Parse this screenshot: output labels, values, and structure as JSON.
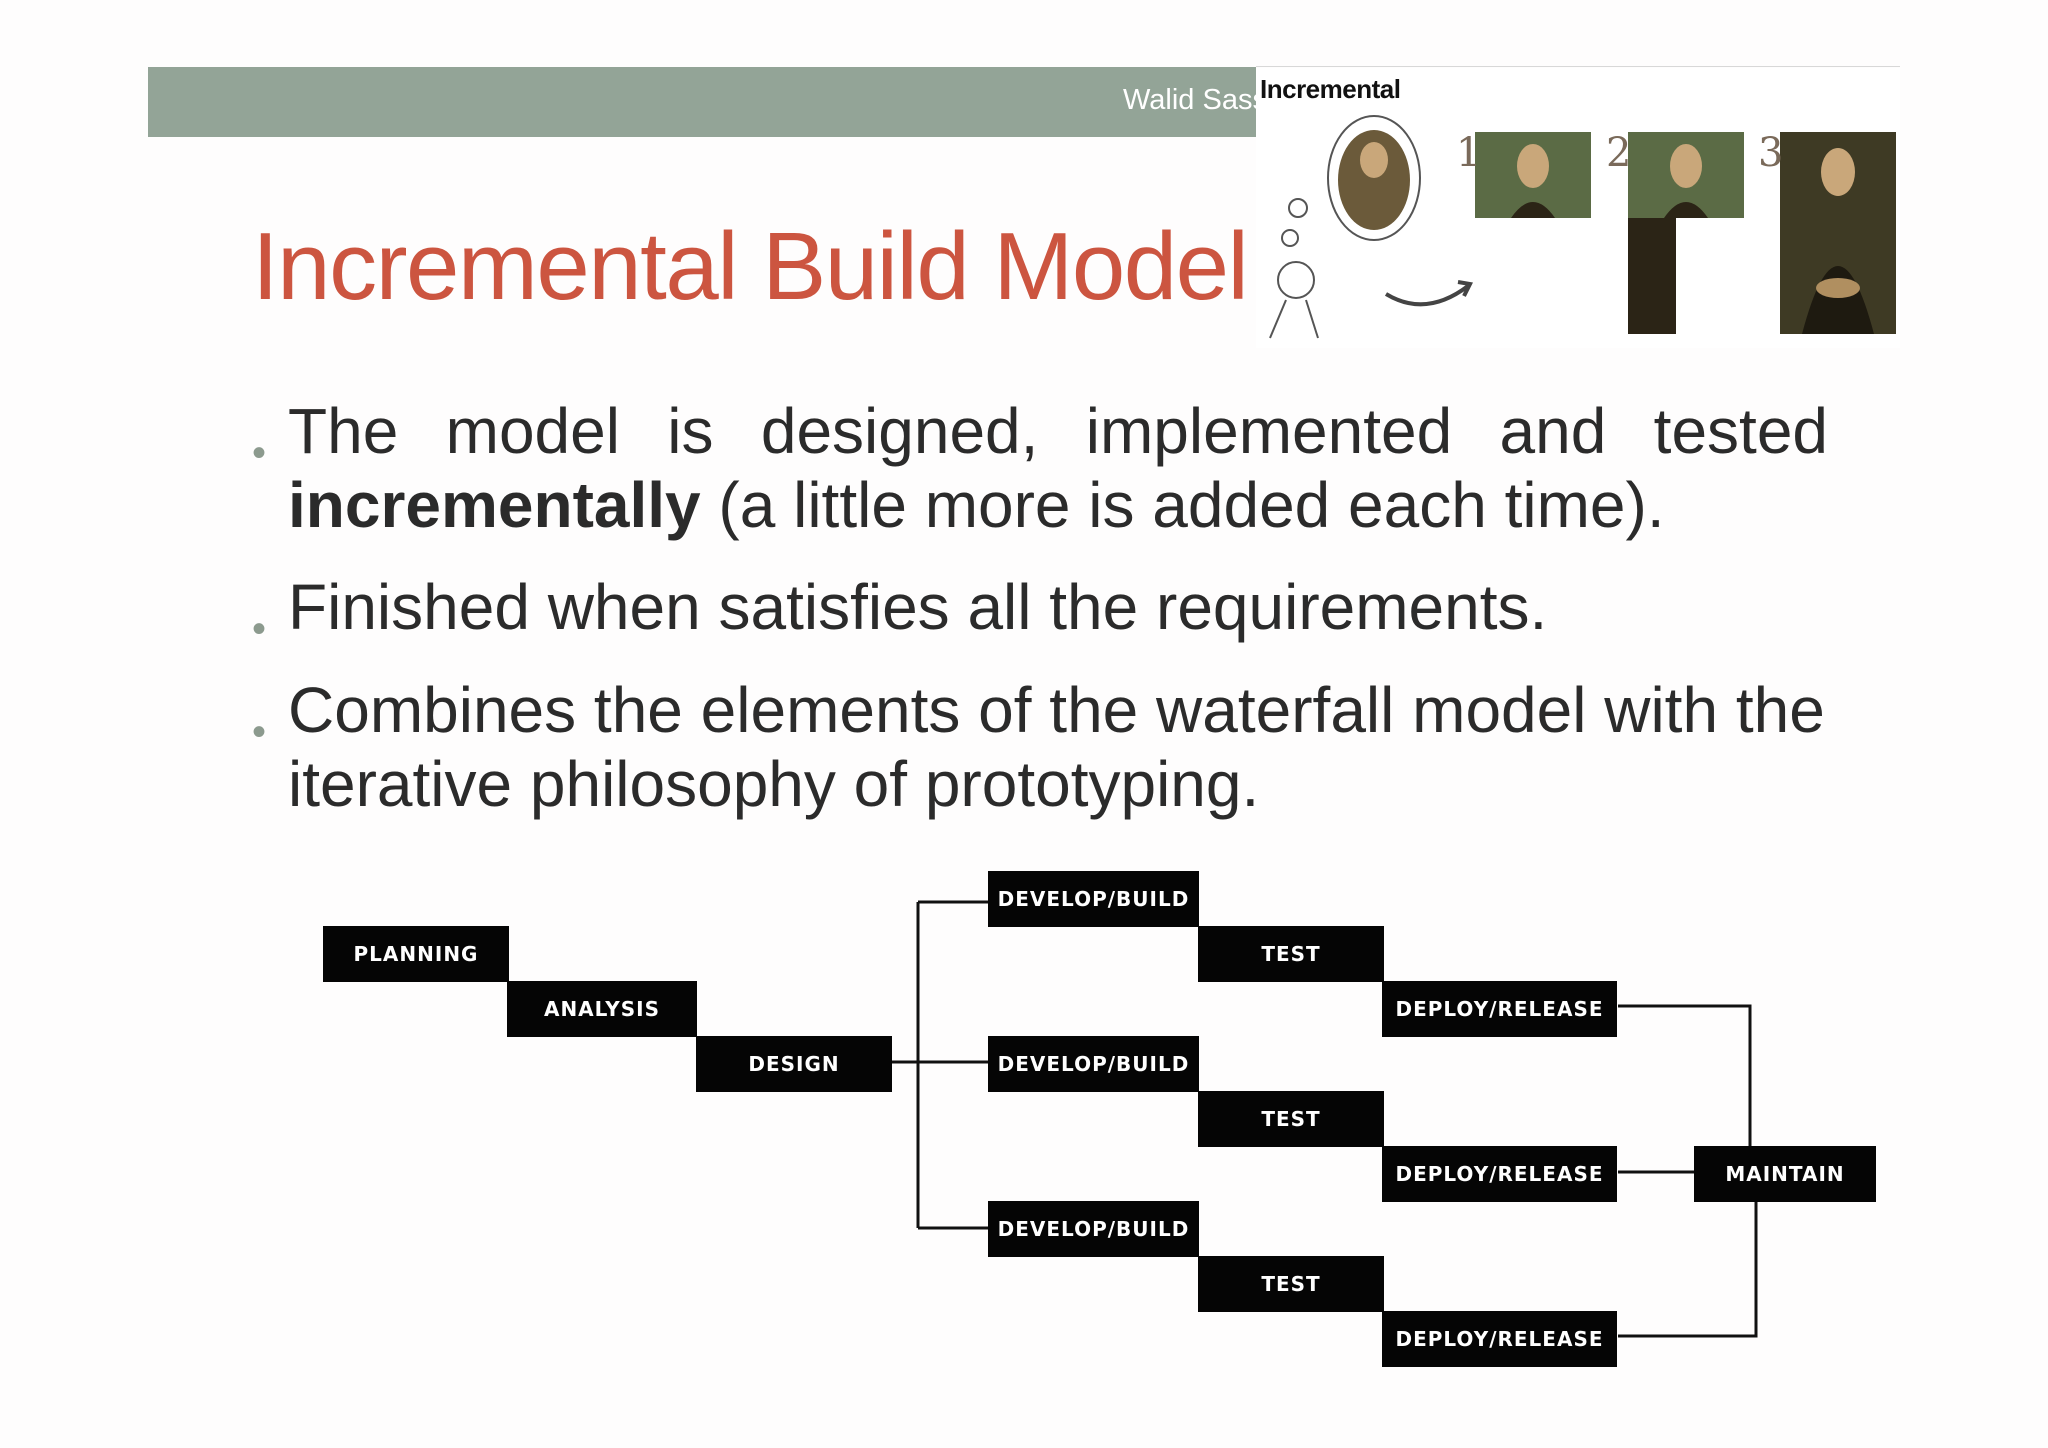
{
  "header": {
    "author": "Walid Sass"
  },
  "title": "Incremental Build Model",
  "bullets": [
    {
      "pre": "The model is designed, implemented and tested ",
      "bold": "incrementally",
      "post": " (a little more is added each time)."
    },
    {
      "text": "Finished when satisfies all the requirements."
    },
    {
      "text": "Combines the elements of the waterfall model with the iterative philosophy of prototyping."
    }
  ],
  "bullet_glyph": "•",
  "illustration": {
    "caption": "Incremental",
    "steps": [
      "1",
      "2",
      "3"
    ]
  },
  "diagram": {
    "planning": "PLANNING",
    "analysis": "ANALYSIS",
    "design": "DESIGN",
    "increments": [
      {
        "develop": "DEVELOP/BUILD",
        "test": "TEST",
        "deploy": "DEPLOY/RELEASE"
      },
      {
        "develop": "DEVELOP/BUILD",
        "test": "TEST",
        "deploy": "DEPLOY/RELEASE"
      },
      {
        "develop": "DEVELOP/BUILD",
        "test": "TEST",
        "deploy": "DEPLOY/RELEASE"
      }
    ],
    "maintain": "MAINTAIN"
  }
}
